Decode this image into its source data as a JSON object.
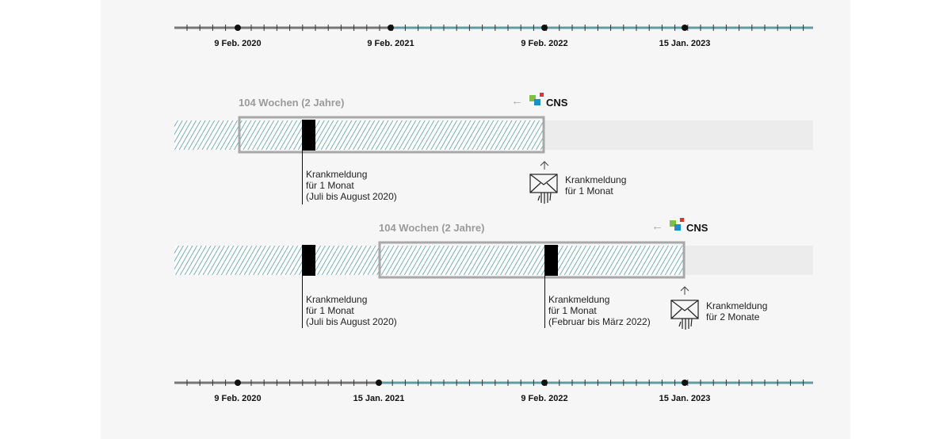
{
  "timeline_top": {
    "dates": [
      "9 Feb. 2020",
      "9 Feb. 2021",
      "9 Feb. 2022",
      "15 Jan. 2023"
    ]
  },
  "scenario_1": {
    "period_label": "104 Wochen (2 Jahre)",
    "cns_label": "CNS",
    "note_1": {
      "line1": "Krankmeldung",
      "line2": "für 1 Monat",
      "line3": "(Juli bis August 2020)"
    },
    "submission": {
      "line1": "Krankmeldung",
      "line2": "für 1 Monat"
    }
  },
  "scenario_2": {
    "period_label": "104 Wochen (2 Jahre)",
    "cns_label": "CNS",
    "note_1": {
      "line1": "Krankmeldung",
      "line2": "für 1 Monat",
      "line3": "(Juli bis August 2020)"
    },
    "note_2": {
      "line1": "Krankmeldung",
      "line2": "für 1 Monat",
      "line3": "(Februar bis März 2022)"
    },
    "submission": {
      "line1": "Krankmeldung",
      "line2": "für 2 Monate"
    }
  },
  "timeline_bottom": {
    "dates": [
      "9 Feb. 2020",
      "15 Jan. 2021",
      "9 Feb. 2022",
      "15 Jan. 2023"
    ]
  },
  "colors": {
    "hatch": "#3f8f94",
    "timeline_early": "#777777",
    "timeline_late": "#5e9ea3",
    "frame": "#a8a8a8",
    "sick_block": "#000000",
    "cns_green": "#7cc242",
    "cns_blue": "#1a8fd0",
    "cns_red": "#e5312b"
  },
  "icons": [
    "envelope-hand-icon",
    "arrow-left-icon",
    "arrow-up-icon",
    "cns-logo-icon"
  ]
}
